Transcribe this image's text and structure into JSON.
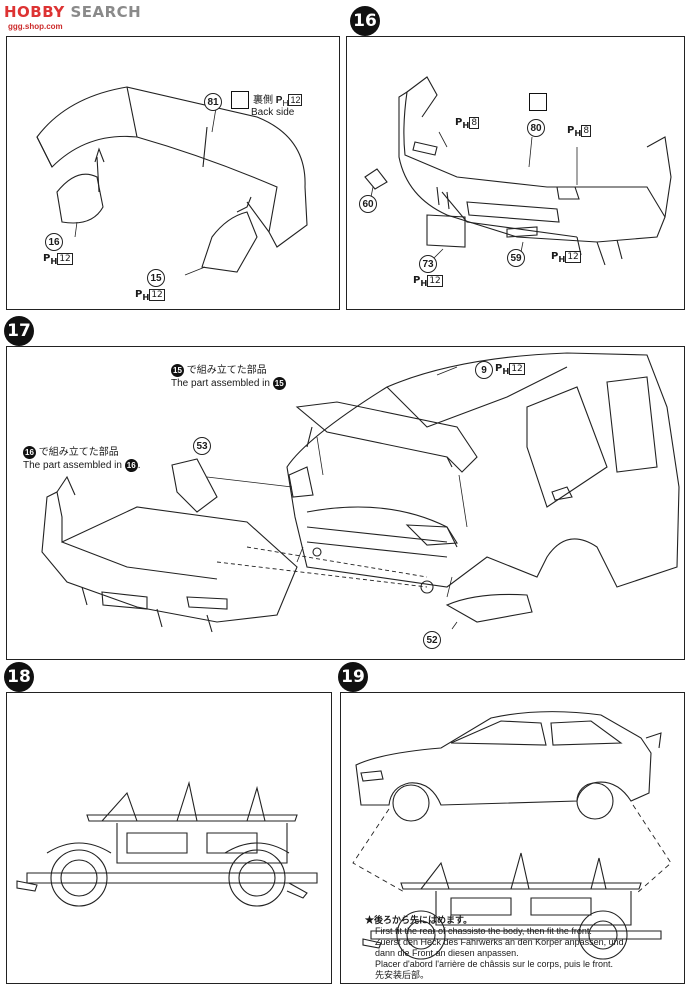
{
  "watermark": {
    "brand_a": "HOBBY",
    "brand_b": " SEARCH",
    "site": "ggg.shop.com"
  },
  "steps": {
    "s16": "16",
    "s17": "17",
    "s18": "18",
    "s19": "19"
  },
  "panel_a": {
    "part_81": "81",
    "part_16": "16",
    "part_15": "15",
    "ph": "P",
    "ph_sub": "H",
    "ph_12": "12",
    "note_jp": "裏側",
    "note_en": "Back side"
  },
  "panel_16": {
    "part_80": "80",
    "part_60": "60",
    "part_73": "73",
    "part_59": "59",
    "ph8": "8",
    "ph12": "12"
  },
  "panel_17": {
    "part_9": "9",
    "part_53": "53",
    "part_52": "52",
    "label15_jp": "で組み立てた部品",
    "label15_en": "The part assembled in",
    "label16_jp": "で組み立てた部品",
    "label16_en": "The part assembled in",
    "ref15": "15",
    "ref16": "16"
  },
  "panel_19": {
    "notes": [
      "★後ろから先にはめます。",
      "First fit the rear of chassisto the body, then fit the front.",
      "Zuerst den Heck des Fahrwerks an den Körper anpassen, und",
      "dann die Front an diesen anpassen.",
      "Placer d'abord l'arrière de châssis sur le corps, puis le front.",
      "先安装后部。"
    ]
  }
}
